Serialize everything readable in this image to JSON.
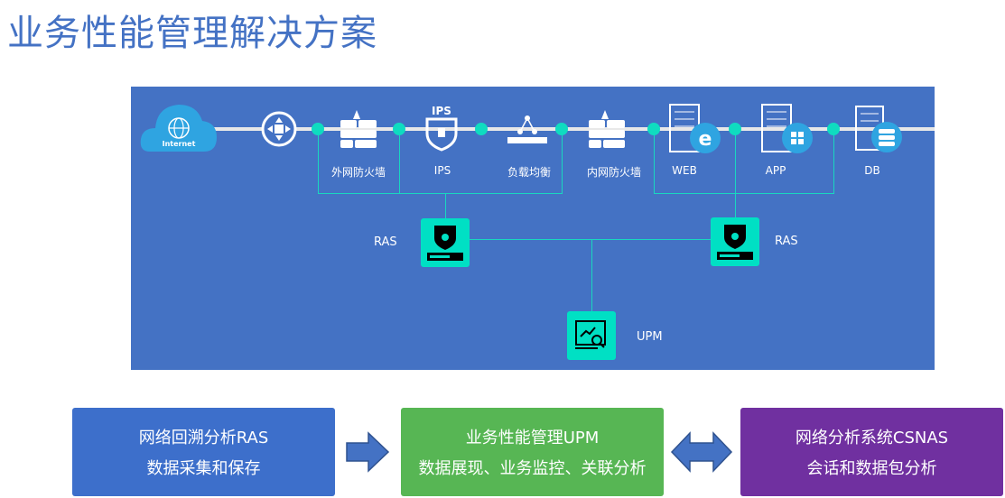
{
  "title": "业务性能管理解决方案",
  "network": {
    "internet": "Internet",
    "nodes": [
      {
        "label": "外网防火墙"
      },
      {
        "label": "IPS"
      },
      {
        "label": "负载均衡"
      },
      {
        "label": "内网防火墙"
      },
      {
        "label": "WEB"
      },
      {
        "label": "APP"
      },
      {
        "label": "DB"
      }
    ],
    "ips_badge": "IPS",
    "ras_left": "RAS",
    "ras_right": "RAS",
    "upm": "UPM"
  },
  "boxes": [
    {
      "line1": "网络回溯分析RAS",
      "line2": "数据采集和保存",
      "color": "#3d6fcb"
    },
    {
      "line1": "业务性能管理UPM",
      "line2": "数据展现、业务监控、关联分析",
      "color": "#57b654"
    },
    {
      "line1": "网络分析系统CSNAS",
      "line2": "会话和数据包分析",
      "color": "#7030a0"
    }
  ]
}
